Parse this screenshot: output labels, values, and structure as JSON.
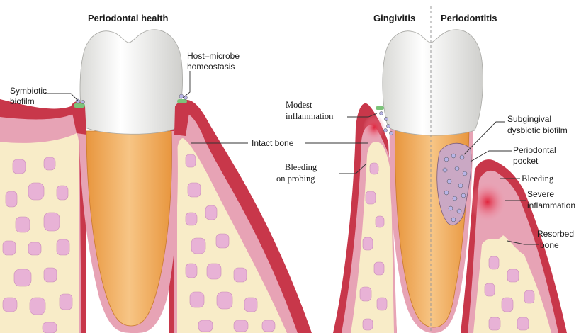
{
  "titles": {
    "left": "Periodontal health",
    "gingivitis": "Gingivitis",
    "periodontitis": "Periodontitis"
  },
  "labels": {
    "symbiotic_1": "Symbiotic",
    "symbiotic_2": "biofilm",
    "host_1": "Host–microbe",
    "host_2": "homeostasis",
    "intact_bone": "Intact bone",
    "modest_1": "Modest",
    "modest_2": "inflammation",
    "bleeding_probe_1": "Bleeding",
    "bleeding_probe_2": "on probing",
    "subgingival_1": "Subgingival",
    "subgingival_2": "dysbiotic biofilm",
    "pocket_1": "Periodontal",
    "pocket_2": "pocket",
    "bleeding": "Bleeding",
    "severe_1": "Severe",
    "severe_2": "inflammation",
    "resorbed_1": "Resorbed",
    "resorbed_2": "bone"
  },
  "colors": {
    "enamel": "#f4f4f2",
    "dentin": "#f0b060",
    "gum": "#c8374a",
    "gum_light": "#e7a3b5",
    "bone": "#f8ecc8",
    "marrow": "#e8b2d6",
    "inflammation": "#e0364a"
  }
}
